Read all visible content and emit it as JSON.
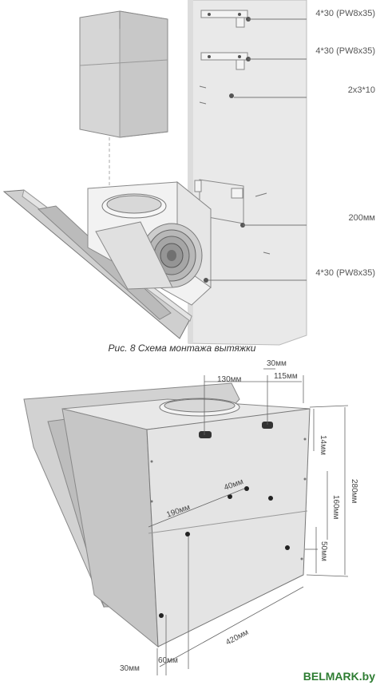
{
  "top_labels": {
    "screw_top": "4*30 (PW8x35)",
    "screw_second": "4*30 (PW8x35)",
    "screw_small": "2x3*10",
    "spacing": "200мм",
    "screw_bottom": "4*30 (PW8x35)"
  },
  "caption": "Рис. 8 Схема монтажа вытяжки",
  "dimensions": {
    "d30_top": "30мм",
    "d130": "130мм",
    "d115": "115мм",
    "d14": "14мм",
    "d280": "280мм",
    "d40": "40мм",
    "d190": "190мм",
    "d160": "160мм",
    "d50": "50мм",
    "d420": "420мм",
    "d30_bottom": "30мм",
    "d60": "60мм"
  },
  "watermark": "BELMARK.by"
}
